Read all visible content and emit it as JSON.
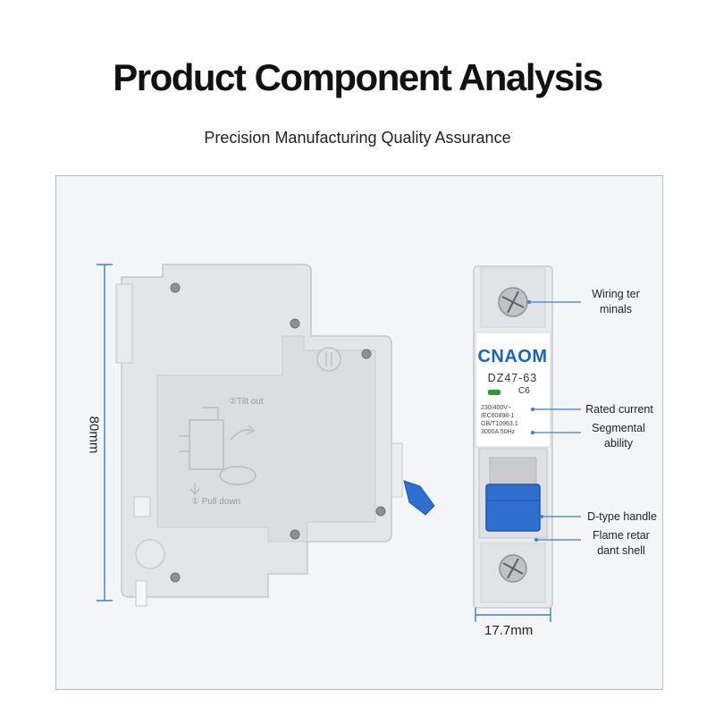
{
  "header": {
    "title": "Product Component Analysis",
    "subtitle": "Precision Manufacturing Quality Assurance"
  },
  "side_view": {
    "step_2": "②Tilt out",
    "step_1": "① Pull down",
    "height_dimension": "80mm"
  },
  "front_view": {
    "brand": "CNAOM",
    "model": "DZ47-63",
    "rating": "C6",
    "spec_lines": [
      "230/400V~",
      "IEC60898-1",
      "GB/T10963.1",
      "3000A 50Hz"
    ],
    "width_dimension": "17.7mm"
  },
  "callouts": [
    {
      "text": "Wiring ter\nminals"
    },
    {
      "text": "Rated current"
    },
    {
      "text": "Segmental\nability"
    },
    {
      "text": "D-type handle"
    },
    {
      "text": "Flame retar\ndant shell"
    }
  ],
  "colors": {
    "accent": "#3c7fd0",
    "handle_blue": "#2f6fd0",
    "body_grey": "#e6e7e9",
    "brand_blue": "#1b64b6"
  }
}
